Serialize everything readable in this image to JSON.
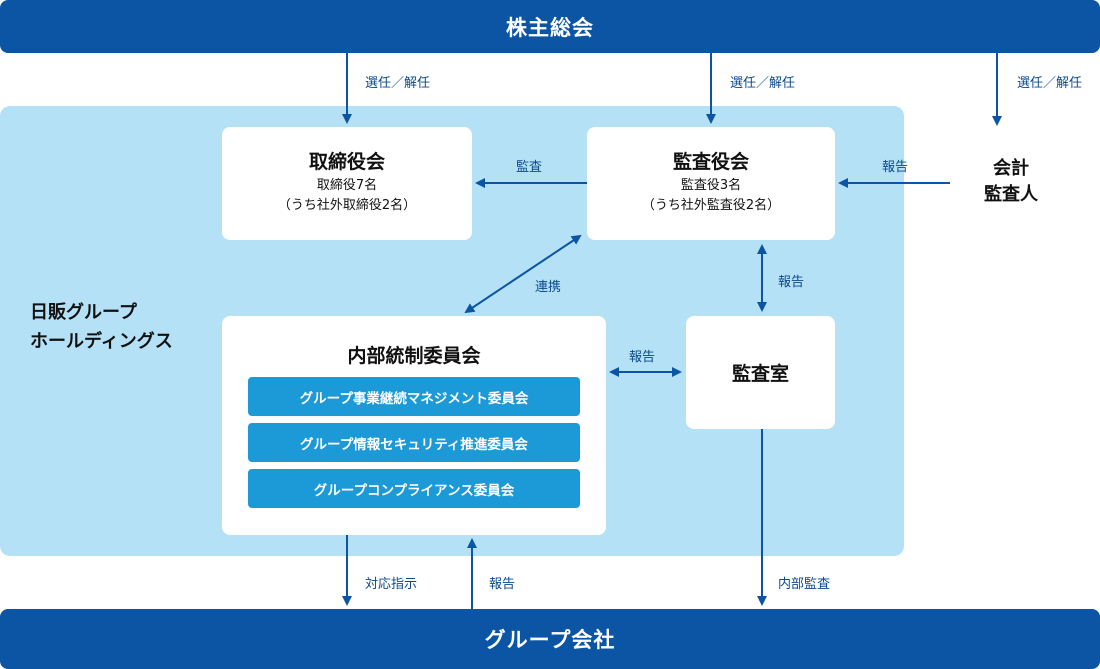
{
  "top_bar": {
    "label": "株主総会"
  },
  "bottom_bar": {
    "label": "グループ会社"
  },
  "company": {
    "line1": "日販グループ",
    "line2": "ホールディングス"
  },
  "board": {
    "title": "取締役会",
    "line1": "取締役7名",
    "line2": "（うち社外取締役2名）"
  },
  "audit_board": {
    "title": "監査役会",
    "line1": "監査役3名",
    "line2": "（うち社外監査役2名）"
  },
  "internal_control": {
    "title": "内部統制委員会",
    "committees": [
      "グループ事業継続マネジメント委員会",
      "グループ情報セキュリティ推進委員会",
      "グループコンプライアンス委員会"
    ]
  },
  "audit_office": {
    "title": "監査室"
  },
  "external_auditor": {
    "line1": "会計",
    "line2": "監査人"
  },
  "labels": {
    "elect_dismiss": "選任／解任",
    "audit": "監査",
    "report": "報告",
    "cooperation": "連携",
    "instruction": "対応指示",
    "internal_audit": "内部監査"
  },
  "colors": {
    "dark_blue": "#0b55a4",
    "light_blue": "#b4e1f6",
    "committee_blue": "#1c9ad7"
  }
}
